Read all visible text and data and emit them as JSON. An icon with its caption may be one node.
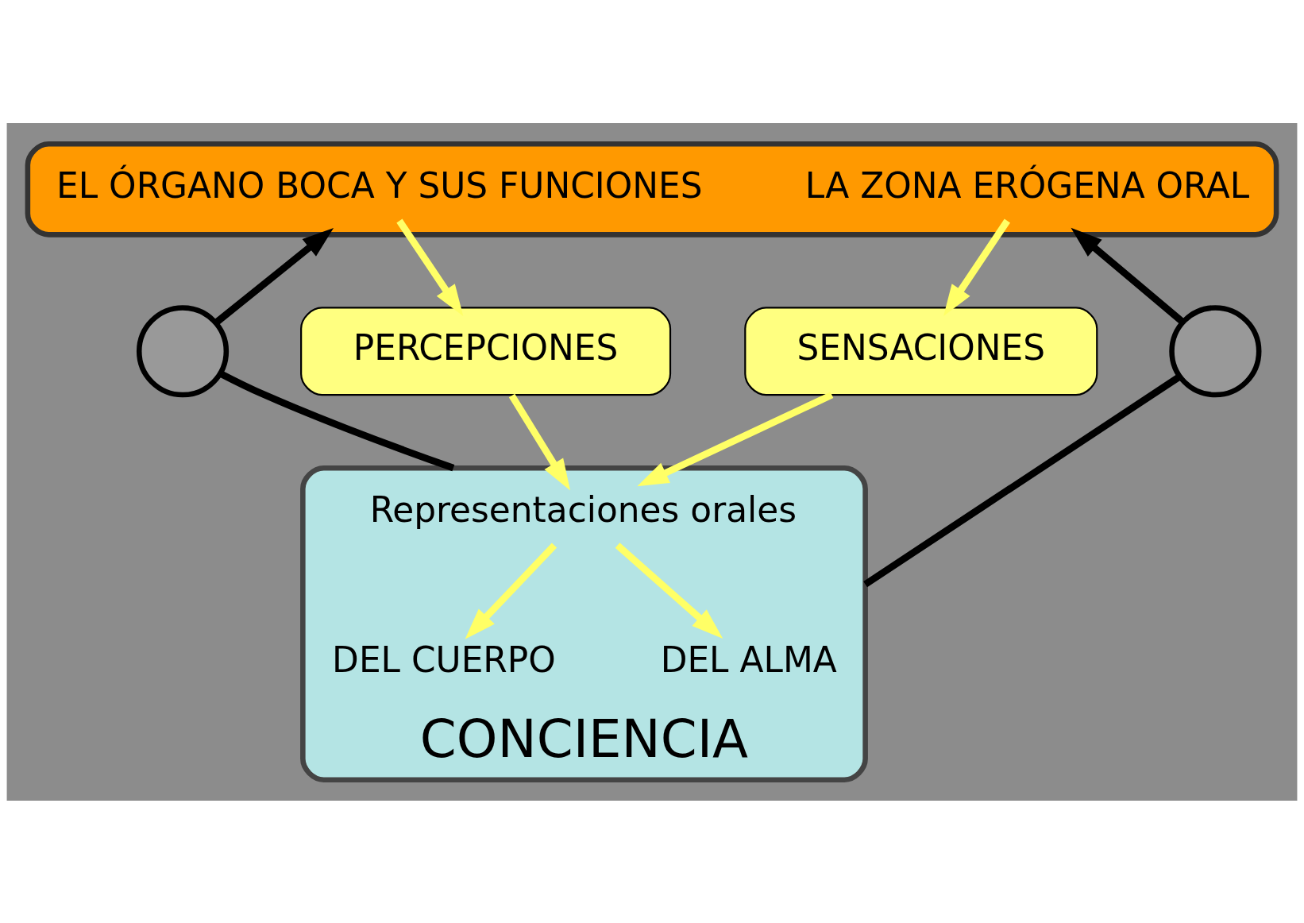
{
  "diagram": {
    "nodes": [
      {
        "text": [],
        "shape": "cloud"
      },
      {
        "text": [
          "EL ÓRGANO BOCA Y SUS FUNCIONES"
        ],
        "in": 0
      },
      {
        "text": [
          "LA ZONA ERÓGENA ORAL"
        ],
        "in": 0
      },
      {
        "text": [
          "PERCEPCIONES"
        ]
      },
      {
        "text": [
          "SENSACIONES"
        ]
      },
      {
        "text": [],
        "shape": "circle"
      },
      {
        "text": [],
        "shape": "circle"
      },
      {
        "text": [
          "CONCIENCIA"
        ]
      },
      {
        "text": [
          "Representaciones orales"
        ],
        "in": 7
      },
      {
        "text": [
          "DEL CUERPO"
        ],
        "in": 7
      },
      {
        "text": [
          "DEL ALMA"
        ],
        "in": 7
      }
    ],
    "edges": [
      {
        "from": 1,
        "to": 3,
        "arrow": "to"
      },
      {
        "from": 2,
        "to": 4,
        "arrow": "to"
      },
      {
        "from": 3,
        "to": 8,
        "arrow": "to"
      },
      {
        "from": 4,
        "to": 8,
        "arrow": "to"
      },
      {
        "from": 8,
        "to": 9,
        "arrow": "to"
      },
      {
        "from": 8,
        "to": 10,
        "arrow": "to"
      },
      {
        "from": 5,
        "to": 0,
        "arrow": "to",
        "color": "#000000"
      },
      {
        "from": 6,
        "to": 0,
        "arrow": "to",
        "color": "#000000"
      },
      {
        "from": 7,
        "to": 5,
        "arrow": "none",
        "color": "#000000"
      },
      {
        "from": 7,
        "to": 6,
        "arrow": "none",
        "color": "#000000"
      }
    ]
  }
}
